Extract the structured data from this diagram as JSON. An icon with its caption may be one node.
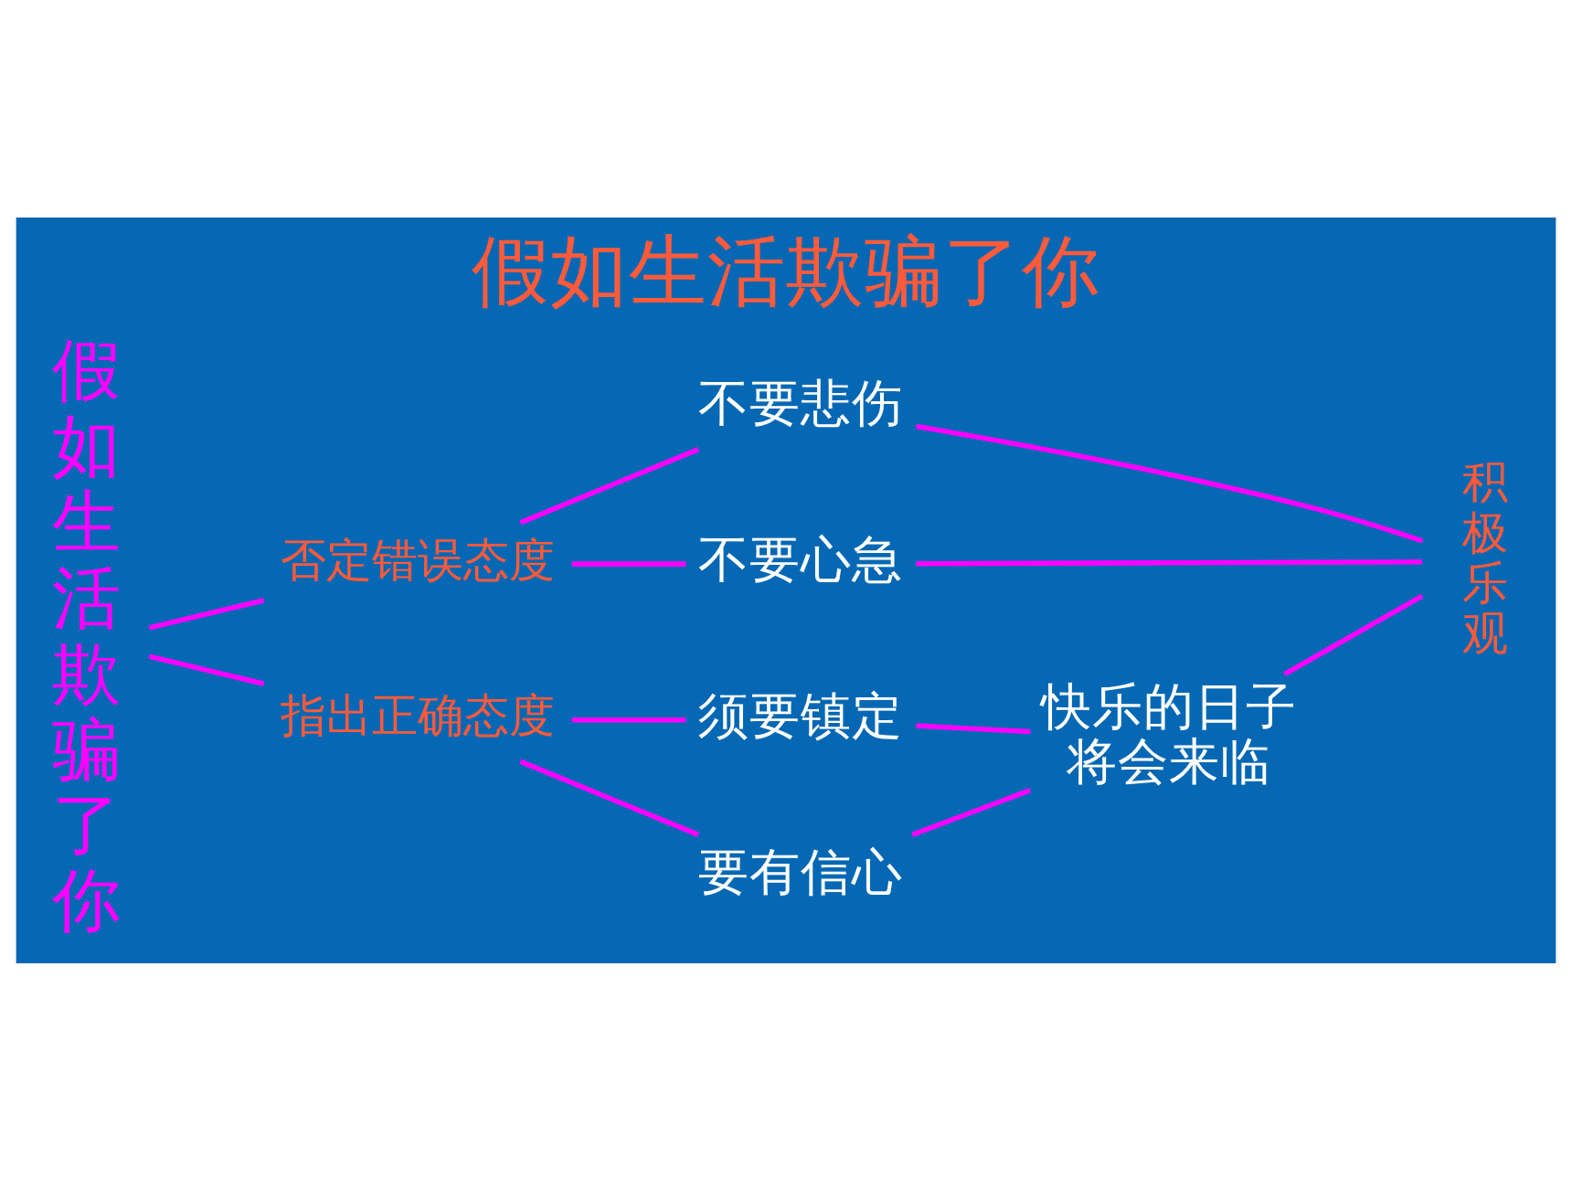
{
  "diagram": {
    "title": "假如生活欺骗了你",
    "nodes": [
      {
        "text": [
          "假如生活欺骗了你"
        ]
      },
      {
        "text": [
          "否定错误态度"
        ]
      },
      {
        "text": [
          "不要悲伤"
        ]
      },
      {
        "text": [
          "不要心急"
        ]
      },
      {
        "text": [
          "指出正确态度"
        ]
      },
      {
        "text": [
          "须要镇定"
        ]
      },
      {
        "text": [
          "要有信心"
        ]
      },
      {
        "text": [
          "快乐的日子将会来临"
        ]
      },
      {
        "text": [
          "积极乐观"
        ]
      }
    ],
    "edges": [
      {
        "from": 0,
        "to": 1,
        "arrow": "none"
      },
      {
        "from": 0,
        "to": 4,
        "arrow": "none"
      },
      {
        "from": 1,
        "to": 2,
        "arrow": "none"
      },
      {
        "from": 1,
        "to": 3,
        "arrow": "none"
      },
      {
        "from": 4,
        "to": 5,
        "arrow": "none"
      },
      {
        "from": 4,
        "to": 6,
        "arrow": "none"
      },
      {
        "from": 5,
        "to": 7,
        "arrow": "none"
      },
      {
        "from": 6,
        "to": 7,
        "arrow": "none"
      },
      {
        "from": 2,
        "to": 8,
        "arrow": "none"
      },
      {
        "from": 3,
        "to": 8,
        "arrow": "none"
      },
      {
        "from": 7,
        "to": 8,
        "arrow": "none"
      }
    ]
  }
}
